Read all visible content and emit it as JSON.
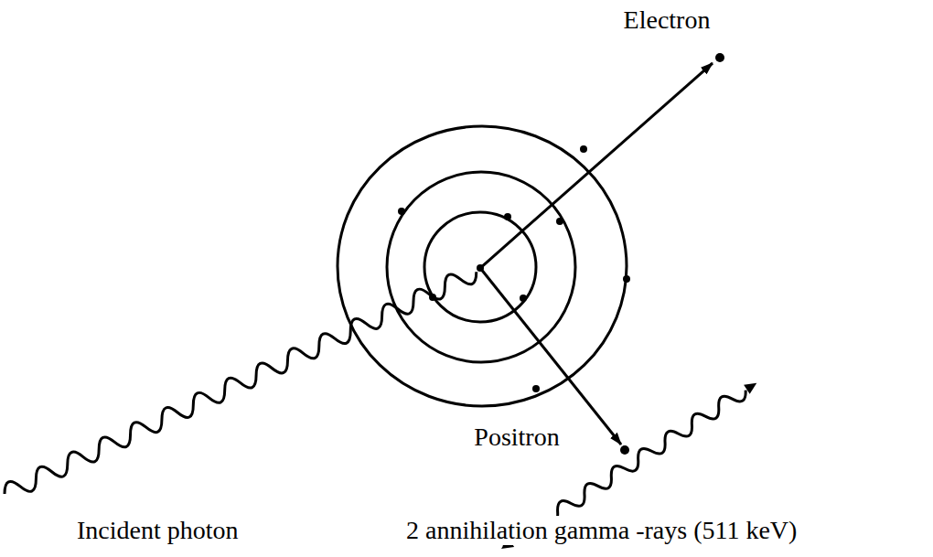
{
  "diagram": {
    "labels": [
      "Electron",
      "Positron",
      "Incident photon",
      "2 annihilation gamma -rays (511 keV)"
    ]
  }
}
